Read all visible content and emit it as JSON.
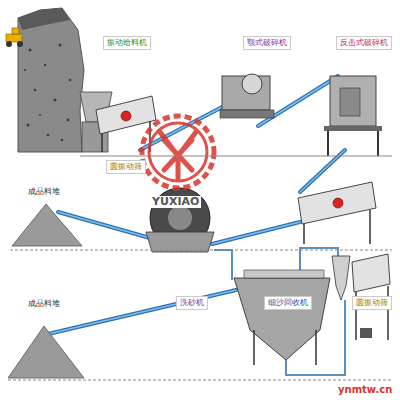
{
  "diagram": {
    "nodes": [
      {
        "text": [
          "振动给料机"
        ]
      },
      {
        "text": [
          "颚式破碎机"
        ]
      },
      {
        "text": [
          "反击式破碎机"
        ]
      },
      {
        "text": [
          "圆振动筛"
        ]
      },
      {
        "text": [
          "洗砂机"
        ]
      },
      {
        "text": [
          "细沙回收机"
        ]
      },
      {
        "text": [
          "圆振动筛"
        ]
      }
    ],
    "labels": [
      "成品料堆",
      "成品料堆",
      "YUXIAO",
      "ynmtw.cn"
    ]
  }
}
